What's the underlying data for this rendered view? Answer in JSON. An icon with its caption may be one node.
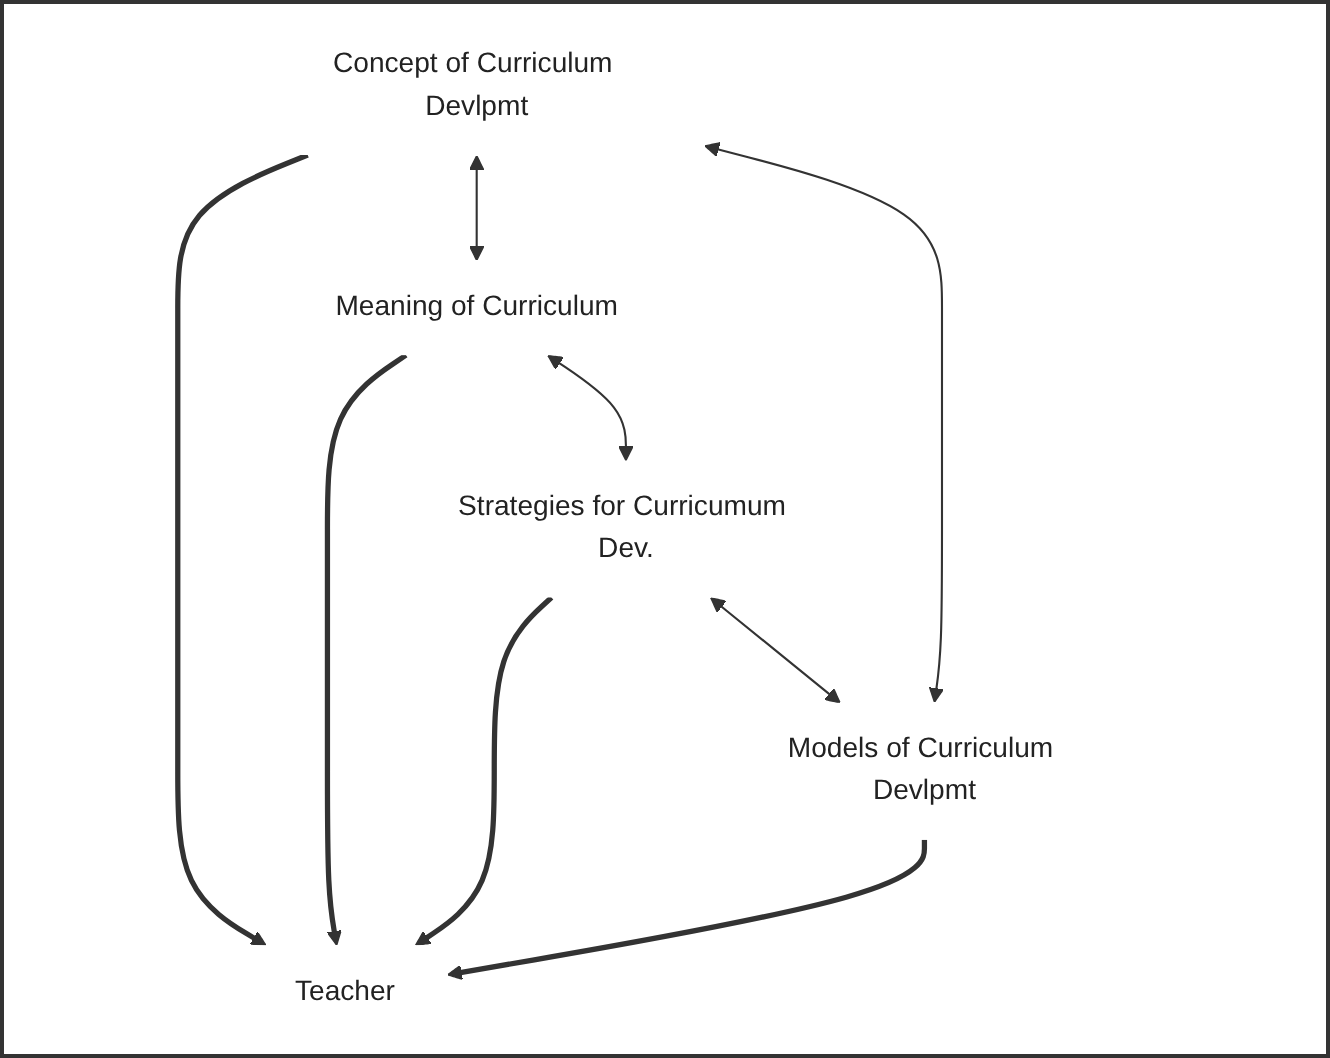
{
  "diagram": {
    "nodes": [
      {
        "text": [
          "Concept of Curriculum Devlpmt"
        ]
      },
      {
        "text": [
          "Meaning of Curriculum"
        ]
      },
      {
        "text": [
          "Teacher"
        ]
      },
      {
        "text": [
          "Models of Curriculum Devlpmt"
        ]
      },
      {
        "text": [
          "Strategies for Curricumum Dev."
        ]
      }
    ],
    "edges": [
      {
        "from": 0,
        "to": 2,
        "arrow": "to",
        "style": "thick"
      },
      {
        "from": 1,
        "to": 2,
        "arrow": "to",
        "style": "thick"
      },
      {
        "from": 3,
        "to": 2,
        "arrow": "to",
        "style": "thick"
      },
      {
        "from": 4,
        "to": 2,
        "arrow": "to",
        "style": "thick"
      },
      {
        "from": 0,
        "to": 1,
        "arrow": "both"
      },
      {
        "from": 1,
        "to": 4,
        "arrow": "both"
      },
      {
        "from": 4,
        "to": 3,
        "arrow": "both"
      },
      {
        "from": 3,
        "to": 0,
        "arrow": "both"
      }
    ]
  }
}
